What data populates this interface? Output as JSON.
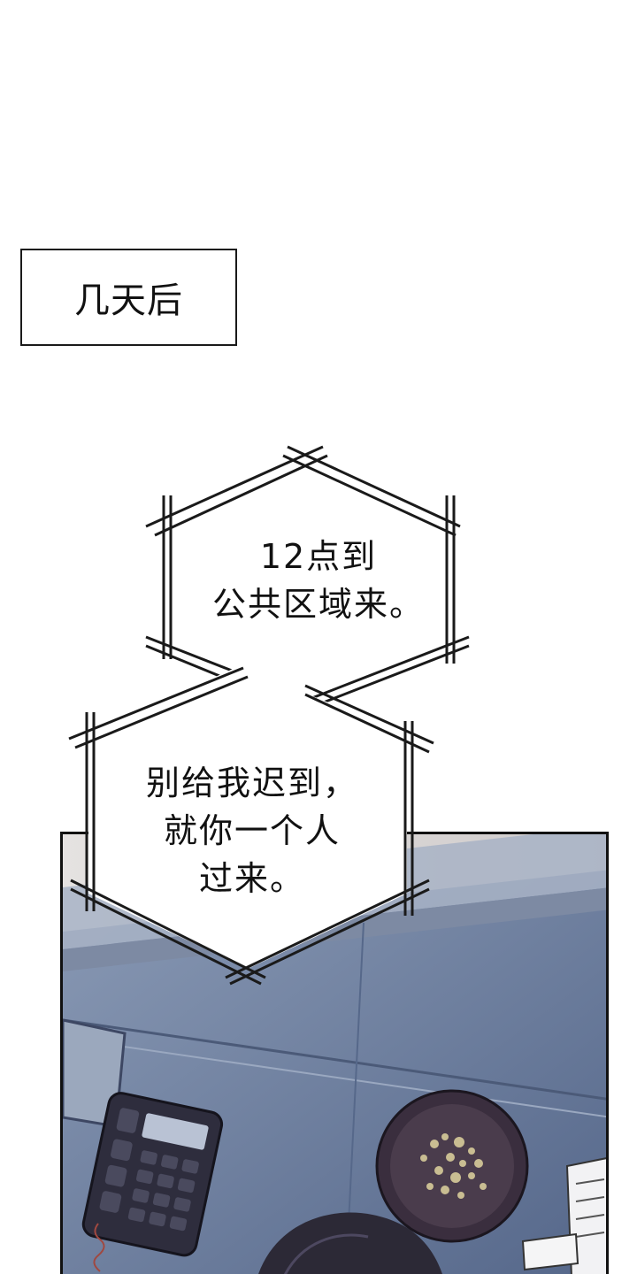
{
  "caption": {
    "text": "几天后"
  },
  "bubble1": {
    "text": "12点到\n公共区域来。"
  },
  "bubble2": {
    "text": "别给我迟到，\n就你一个人\n过来。"
  },
  "colors": {
    "background": "#ffffff",
    "line": "#1a1a1a",
    "desk": "#6d7fa0",
    "floor": "#d9d6d6",
    "dark": "#2e2d3d"
  },
  "icons": {
    "phone": "desk-phone-illustration",
    "plate": "plate-illustration",
    "paper": "paper-sheet-illustration"
  }
}
